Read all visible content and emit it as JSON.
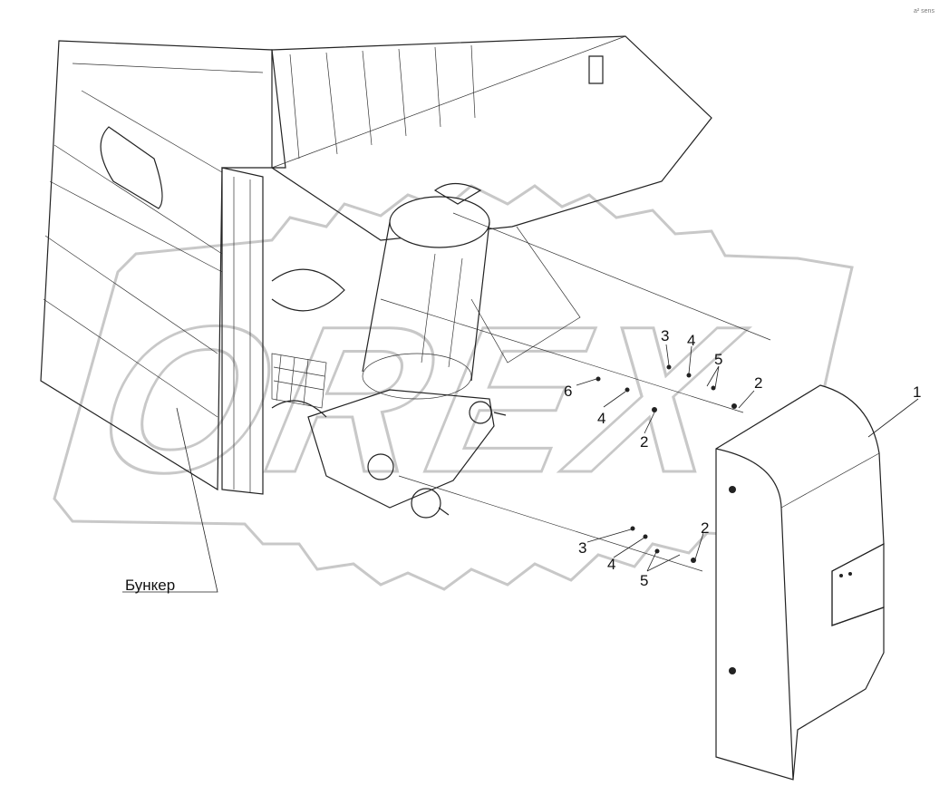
{
  "labels": {
    "bunker": "Бункер",
    "watermark": "OREX",
    "corner_mark": "a² sens"
  },
  "callouts": [
    {
      "id": "c1",
      "text": "1"
    },
    {
      "id": "c2a",
      "text": "2"
    },
    {
      "id": "c2b",
      "text": "2"
    },
    {
      "id": "c2c",
      "text": "2"
    },
    {
      "id": "c3a",
      "text": "3"
    },
    {
      "id": "c3b",
      "text": "3"
    },
    {
      "id": "c4a",
      "text": "4"
    },
    {
      "id": "c4b",
      "text": "4"
    },
    {
      "id": "c4c",
      "text": "4"
    },
    {
      "id": "c5a",
      "text": "5"
    },
    {
      "id": "c5b",
      "text": "5"
    },
    {
      "id": "c6",
      "text": "6"
    }
  ],
  "colors": {
    "line": "#222222",
    "watermark": "#c8c8c8",
    "background": "#ffffff"
  }
}
